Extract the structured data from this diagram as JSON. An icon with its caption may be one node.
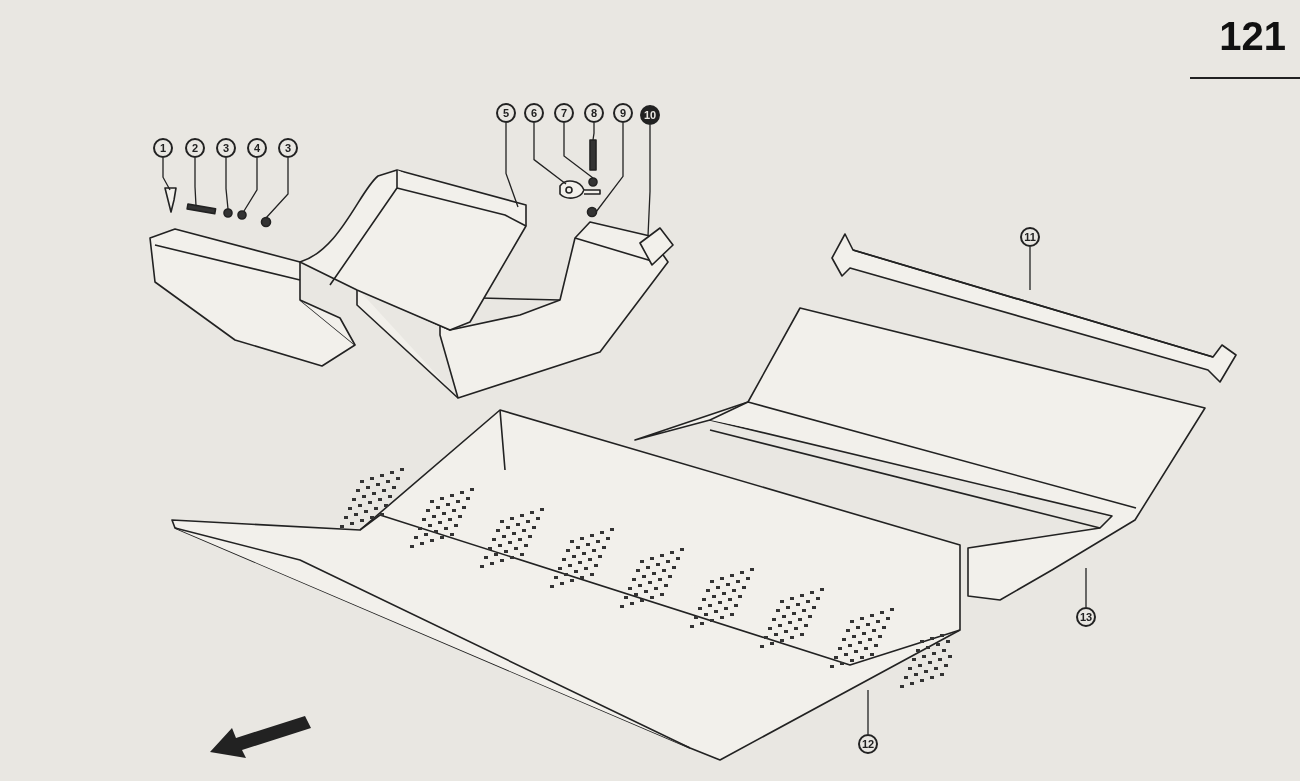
{
  "diagram": {
    "nodes": [
      {
        "text": [
          "1"
        ]
      },
      {
        "text": [
          "2"
        ]
      },
      {
        "text": [
          "3"
        ]
      },
      {
        "text": [
          "4"
        ]
      },
      {
        "text": [
          "3"
        ]
      },
      {
        "text": [
          "5"
        ]
      },
      {
        "text": [
          "6"
        ]
      },
      {
        "text": [
          "7"
        ]
      },
      {
        "text": [
          "8"
        ]
      },
      {
        "text": [
          "9"
        ]
      },
      {
        "text": [
          "10"
        ]
      },
      {
        "text": [
          "11"
        ]
      },
      {
        "text": [
          "13"
        ]
      },
      {
        "text": [
          "12"
        ]
      },
      {
        "text": [],
        "shape": "picture"
      },
      {
        "text": [],
        "shape": "bar"
      },
      {
        "text": [],
        "shape": "circle"
      },
      {
        "text": [],
        "shape": "circle"
      },
      {
        "text": [],
        "shape": "circle"
      },
      {
        "text": [],
        "shape": "picture"
      },
      {
        "text": [],
        "shape": "picture"
      },
      {
        "text": [],
        "shape": "circle"
      },
      {
        "text": [],
        "shape": "bar"
      },
      {
        "text": [],
        "shape": "circle"
      },
      {
        "text": [],
        "shape": "picture"
      },
      {
        "text": [],
        "shape": "picture"
      },
      {
        "text": [],
        "shape": "picture"
      },
      {
        "text": [],
        "shape": "picture"
      }
    ],
    "edges": [
      {
        "from": 0,
        "to": 14,
        "arrow": "none"
      },
      {
        "from": 1,
        "to": 15,
        "arrow": "none"
      },
      {
        "from": 2,
        "to": 16,
        "arrow": "none"
      },
      {
        "from": 3,
        "to": 17,
        "arrow": "none"
      },
      {
        "from": 4,
        "to": 18,
        "arrow": "none"
      },
      {
        "from": 5,
        "to": 19,
        "arrow": "none"
      },
      {
        "from": 6,
        "to": 20,
        "arrow": "none"
      },
      {
        "from": 7,
        "to": 21,
        "arrow": "none"
      },
      {
        "from": 8,
        "to": 22,
        "arrow": "none"
      },
      {
        "from": 9,
        "to": 23,
        "arrow": "none"
      },
      {
        "from": 10,
        "to": 24,
        "arrow": "none"
      },
      {
        "from": 11,
        "to": 25,
        "arrow": "none"
      },
      {
        "from": 12,
        "to": 26,
        "arrow": "none"
      },
      {
        "from": 13,
        "to": 27,
        "arrow": "none"
      }
    ],
    "labels": [
      "121"
    ]
  }
}
